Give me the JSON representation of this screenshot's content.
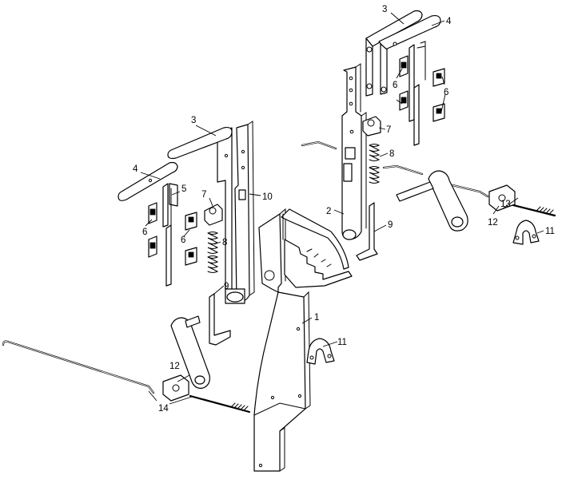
{
  "diagram": {
    "callouts": {
      "c1": "1",
      "c2": "2",
      "c3a": "3",
      "c3b": "3",
      "c4a": "4",
      "c4b": "4",
      "c5": "5",
      "c6a": "6",
      "c6b": "6",
      "c6c": "6",
      "c6d": "6",
      "c7a": "7",
      "c7b": "7",
      "c8a": "8",
      "c8b": "8",
      "c9a": "9",
      "c9b": "9",
      "c10": "10",
      "c11a": "11",
      "c11b": "11",
      "c12a": "12",
      "c12b": "12",
      "c13": "13",
      "c14": "14"
    }
  }
}
